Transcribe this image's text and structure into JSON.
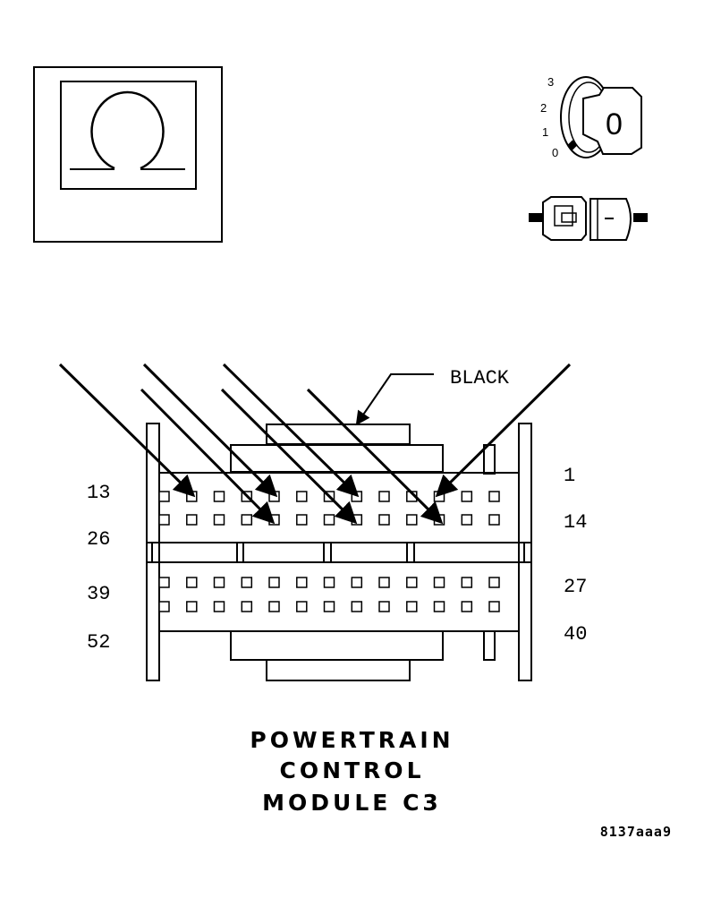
{
  "symbol_panel": {
    "icon": "ohm-icon"
  },
  "ignition": {
    "positions": [
      "3",
      "2",
      "1",
      "0"
    ],
    "key_label": "0"
  },
  "connector": {
    "color_label": "BLACK",
    "left_pin_labels": [
      "13",
      "26",
      "39",
      "52"
    ],
    "right_pin_labels": [
      "1",
      "14",
      "27",
      "40"
    ],
    "rows": 4,
    "cavities_per_row": 13
  },
  "title_lines": [
    "POWERTRAIN",
    "CONTROL",
    "MODULE C3"
  ],
  "figure_code": "8137aaa9"
}
